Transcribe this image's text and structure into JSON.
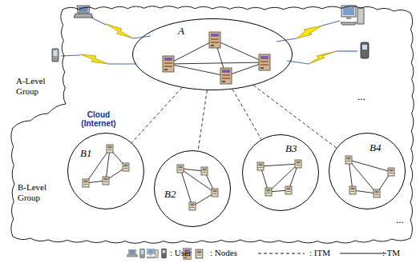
{
  "diagram": {
    "nodes": [
      {
        "text": [
          "Cloud (Internet)"
        ]
      },
      {
        "text": [
          "A"
        ],
        "in": 0
      },
      {
        "text": [
          "B1"
        ],
        "in": 0
      },
      {
        "text": [
          "B2"
        ],
        "in": 0
      },
      {
        "text": [
          "B3"
        ],
        "in": 0
      },
      {
        "text": [
          "B4"
        ],
        "in": 0
      }
    ],
    "edges": [
      {
        "from": 1,
        "to": 2,
        "arrow": "none"
      },
      {
        "from": 1,
        "to": 3,
        "arrow": "none"
      },
      {
        "from": 1,
        "to": 4,
        "arrow": "none"
      },
      {
        "from": 1,
        "to": 5,
        "arrow": "none"
      }
    ],
    "labels": [
      "A-Level Group",
      "B-Level Group",
      "...",
      "..."
    ],
    "legend": [
      {
        "text": ": User"
      },
      {
        "text": ": Nodes"
      },
      {
        "text": ": ITM"
      },
      {
        "text": ": TM"
      }
    ]
  }
}
